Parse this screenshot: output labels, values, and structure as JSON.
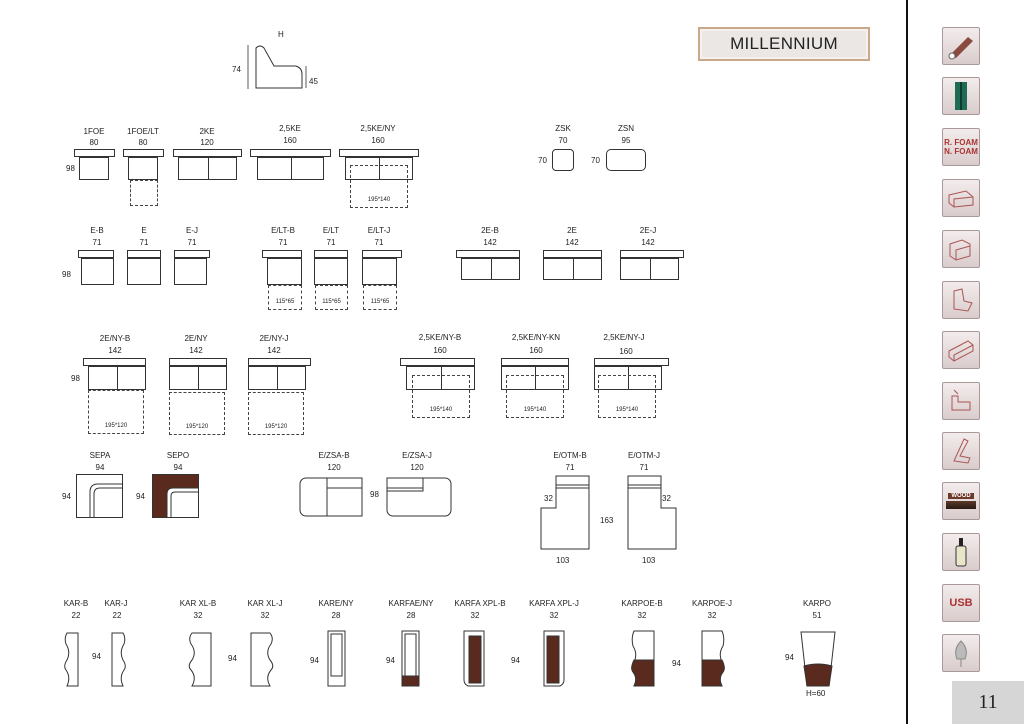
{
  "brand": "MILLENNIUM",
  "page_number": "11",
  "dims": {
    "h_label": "H",
    "h74": "74",
    "h45": "45",
    "d98": "98",
    "d70": "70",
    "d94": "94",
    "d32": "32",
    "d163": "163",
    "d103": "103",
    "h60": "H=60"
  },
  "modules": {
    "r1": [
      {
        "code": "1FOE",
        "width": "80"
      },
      {
        "code": "1FOE/LT",
        "width": "80"
      },
      {
        "code": "2KE",
        "width": "120"
      },
      {
        "code": "2,5KE",
        "width": "160"
      },
      {
        "code": "2,5KE/NY",
        "width": "160",
        "bed": "195*140"
      },
      {
        "code": "ZSK",
        "width": "70"
      },
      {
        "code": "ZSN",
        "width": "95"
      }
    ],
    "r2": [
      {
        "code": "E-B",
        "width": "71"
      },
      {
        "code": "E",
        "width": "71"
      },
      {
        "code": "E-J",
        "width": "71"
      },
      {
        "code": "E/LT-B",
        "width": "71",
        "bed": "115*65"
      },
      {
        "code": "E/LT",
        "width": "71",
        "bed": "115*65"
      },
      {
        "code": "E/LT-J",
        "width": "71",
        "bed": "115*65"
      },
      {
        "code": "2E-B",
        "width": "142"
      },
      {
        "code": "2E",
        "width": "142"
      },
      {
        "code": "2E-J",
        "width": "142"
      }
    ],
    "r3": [
      {
        "code": "2E/NY-B",
        "width": "142",
        "bed": "195*120"
      },
      {
        "code": "2E/NY",
        "width": "142",
        "bed": "195*120"
      },
      {
        "code": "2E/NY-J",
        "width": "142",
        "bed": "195*120"
      },
      {
        "code": "2,5KE/NY-B",
        "width": "160",
        "bed": "195*140"
      },
      {
        "code": "2,5KE/NY-KN",
        "width": "160",
        "bed": "195*140"
      },
      {
        "code": "2,5KE/NY-J",
        "width": "160",
        "bed": "195*140"
      }
    ],
    "r4": [
      {
        "code": "SEPA",
        "width": "94"
      },
      {
        "code": "SEPO",
        "width": "94"
      },
      {
        "code": "E/ZSA-B",
        "width": "120"
      },
      {
        "code": "E/ZSA-J",
        "width": "120"
      },
      {
        "code": "E/OTM-B",
        "width": "71"
      },
      {
        "code": "E/OTM-J",
        "width": "71"
      }
    ],
    "r5": [
      {
        "code": "KAR-B",
        "width": "22"
      },
      {
        "code": "KAR-J",
        "width": "22"
      },
      {
        "code": "KAR XL-B",
        "width": "32"
      },
      {
        "code": "KAR XL-J",
        "width": "32"
      },
      {
        "code": "KARE/NY",
        "width": "28"
      },
      {
        "code": "KARFAE/NY",
        "width": "28"
      },
      {
        "code": "KARFA XPL-B",
        "width": "32"
      },
      {
        "code": "KARFA XPL-J",
        "width": "32"
      },
      {
        "code": "KARPOE-B",
        "width": "32"
      },
      {
        "code": "KARPOE-J",
        "width": "32"
      },
      {
        "code": "KARPO",
        "width": "51"
      }
    ]
  },
  "sidebar": {
    "rfoam": "R. FOAM",
    "nfoam": "N. FOAM",
    "wood": "WOOD",
    "usb": "USB",
    "icons": [
      "fabric-icon",
      "spring-icon",
      "foam-icon",
      "sofa-bed-icon",
      "armchair-bed-icon",
      "recliner-icon",
      "pull-out-bed-icon",
      "adjustable-back-icon",
      "headrest-icon",
      "wood-icon",
      "bottle-icon",
      "usb-icon",
      "lamp-icon"
    ]
  },
  "colors": {
    "accent": "#a33333",
    "brown": "#5a2a1f"
  }
}
